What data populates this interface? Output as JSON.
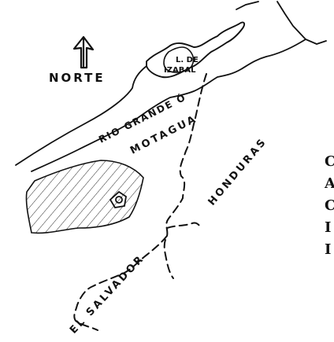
{
  "map": {
    "stroke_color": "#111111",
    "background": "#ffffff",
    "north_label": "NORTE",
    "lake_label_line1": "L. DE",
    "lake_label_line2": "IZABAL",
    "river_label_line1": "RIO GRANDE Ó",
    "river_label_line2": "MOTAGUA",
    "country_honduras": "HONDURAS",
    "country_el_salvador": "EL SALVADOR",
    "site_icon": "concentric-target-icon"
  },
  "side_text": {
    "line1": "C",
    "line2": "A",
    "line3": "C",
    "line4": "I",
    "line5": "I"
  }
}
